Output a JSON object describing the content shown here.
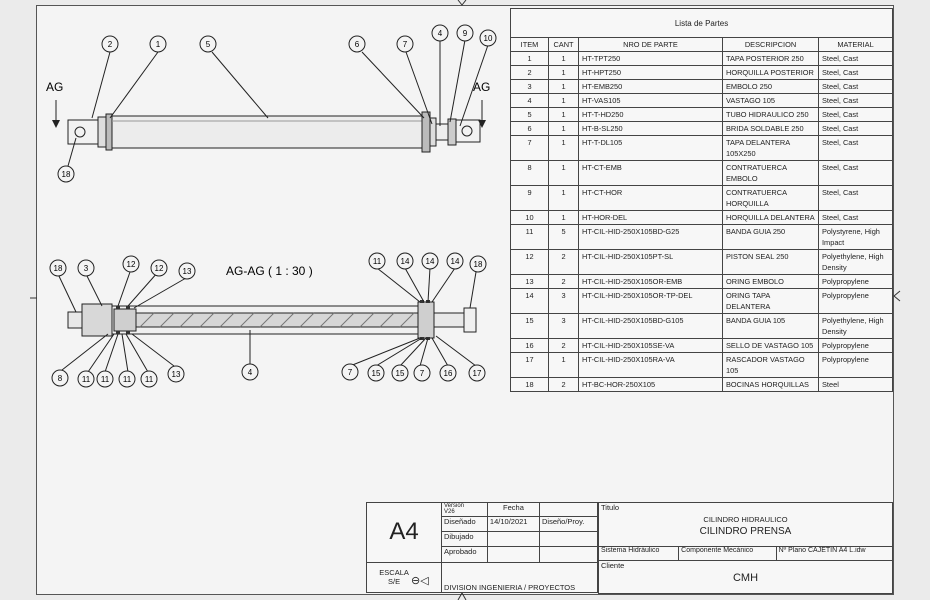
{
  "views": {
    "section_label": "AG-AG ( 1 : 30 )",
    "cut_label_left": "AG",
    "cut_label_right": "AG",
    "top_balloons": [
      "2",
      "1",
      "5",
      "6",
      "7",
      "4",
      "9",
      "10",
      "18"
    ],
    "section_balloons_top": [
      "18",
      "3",
      "12",
      "12",
      "13",
      "11",
      "14",
      "14",
      "14",
      "18"
    ],
    "section_balloons_bottom": [
      "8",
      "11",
      "11",
      "11",
      "11",
      "13",
      "4",
      "7",
      "15",
      "15",
      "7",
      "16",
      "17"
    ]
  },
  "parts_list": {
    "title": "Lista de Partes",
    "headers": [
      "ITEM",
      "CANT",
      "NRO DE PARTE",
      "DESCRIPCION",
      "MATERIAL"
    ],
    "rows": [
      {
        "item": "1",
        "qty": "1",
        "part": "HT-TPT250",
        "desc": "TAPA POSTERIOR 250",
        "material": "Steel, Cast"
      },
      {
        "item": "2",
        "qty": "1",
        "part": "HT-HPT250",
        "desc": "HORQUILLA POSTERIOR",
        "material": "Steel, Cast"
      },
      {
        "item": "3",
        "qty": "1",
        "part": "HT-EMB250",
        "desc": "EMBOLO 250",
        "material": "Steel, Cast"
      },
      {
        "item": "4",
        "qty": "1",
        "part": "HT-VAS105",
        "desc": "VASTAGO 105",
        "material": "Steel, Cast"
      },
      {
        "item": "5",
        "qty": "1",
        "part": "HT-T-HD250",
        "desc": "TUBO HIDRAULICO 250",
        "material": "Steel, Cast"
      },
      {
        "item": "6",
        "qty": "1",
        "part": "HT-B-SL250",
        "desc": "BRIDA SOLDABLE 250",
        "material": "Steel, Cast"
      },
      {
        "item": "7",
        "qty": "1",
        "part": "HT-T-DL105",
        "desc": "TAPA DELANTERA 105X250",
        "material": "Steel, Cast"
      },
      {
        "item": "8",
        "qty": "1",
        "part": "HT-CT-EMB",
        "desc": "CONTRATUERCA EMBOLO",
        "material": "Steel, Cast"
      },
      {
        "item": "9",
        "qty": "1",
        "part": "HT-CT-HOR",
        "desc": "CONTRATUERCA HORQUILLA",
        "material": "Steel, Cast"
      },
      {
        "item": "10",
        "qty": "1",
        "part": "HT-HOR-DEL",
        "desc": "HORQUILLA DELANTERA",
        "material": "Steel, Cast"
      },
      {
        "item": "11",
        "qty": "5",
        "part": "HT-CIL-HID-250X105BD-G25",
        "desc": "BANDA GUIA 250",
        "material": "Polystyrene, High Impact"
      },
      {
        "item": "12",
        "qty": "2",
        "part": "HT-CIL-HID-250X105PT-SL",
        "desc": "PISTON SEAL 250",
        "material": "Polyethylene, High Density"
      },
      {
        "item": "13",
        "qty": "2",
        "part": "HT-CIL-HID-250X105OR-EMB",
        "desc": "ORING EMBOLO",
        "material": "Polypropylene"
      },
      {
        "item": "14",
        "qty": "3",
        "part": "HT-CIL-HID-250X105OR-TP-DEL",
        "desc": "ORING TAPA DELANTERA",
        "material": "Polypropylene"
      },
      {
        "item": "15",
        "qty": "3",
        "part": "HT-CIL-HID-250X105BD-G105",
        "desc": "BANDA GUIA 105",
        "material": "Polyethylene, High Density"
      },
      {
        "item": "16",
        "qty": "2",
        "part": "HT-CIL-HID-250X105SE-VA",
        "desc": "SELLO DE VASTAGO 105",
        "material": "Polypropylene"
      },
      {
        "item": "17",
        "qty": "1",
        "part": "HT-CIL-HID-250X105RA-VA",
        "desc": "RASCADOR VASTAGO 105",
        "material": "Polypropylene"
      },
      {
        "item": "18",
        "qty": "2",
        "part": "HT-BC-HOR-250X105",
        "desc": "BOCINAS HORQUILLAS",
        "material": "Steel"
      }
    ]
  },
  "title_block": {
    "sheet_size": "A4",
    "version_label": "Version",
    "version_value": "V26",
    "fecha_label": "Fecha",
    "disenado_label": "Diseñado",
    "disenado_date": "14/10/2021",
    "diseno_proy_label": "Diseño/Proy.",
    "dibujado_label": "Dibujado",
    "aprobado_label": "Aprobado",
    "titulo_label": "Titulo",
    "title_line1": "CILINDRO HIDRAULICO",
    "title_line2": "CILINDRO PRENSA",
    "sistema": "Sistema Hidráulico",
    "componente": "Componente Mecánico",
    "plano": "Nº Plano  CAJETIN A4 L.idw",
    "escala_label": "ESCALA",
    "escala_value": "S/E",
    "projection_symbol": "⊖◁",
    "division": "DIVISION INGENIERIA / PROYECTOS",
    "cliente_label": "Cliente",
    "cliente_value": "CMH"
  }
}
